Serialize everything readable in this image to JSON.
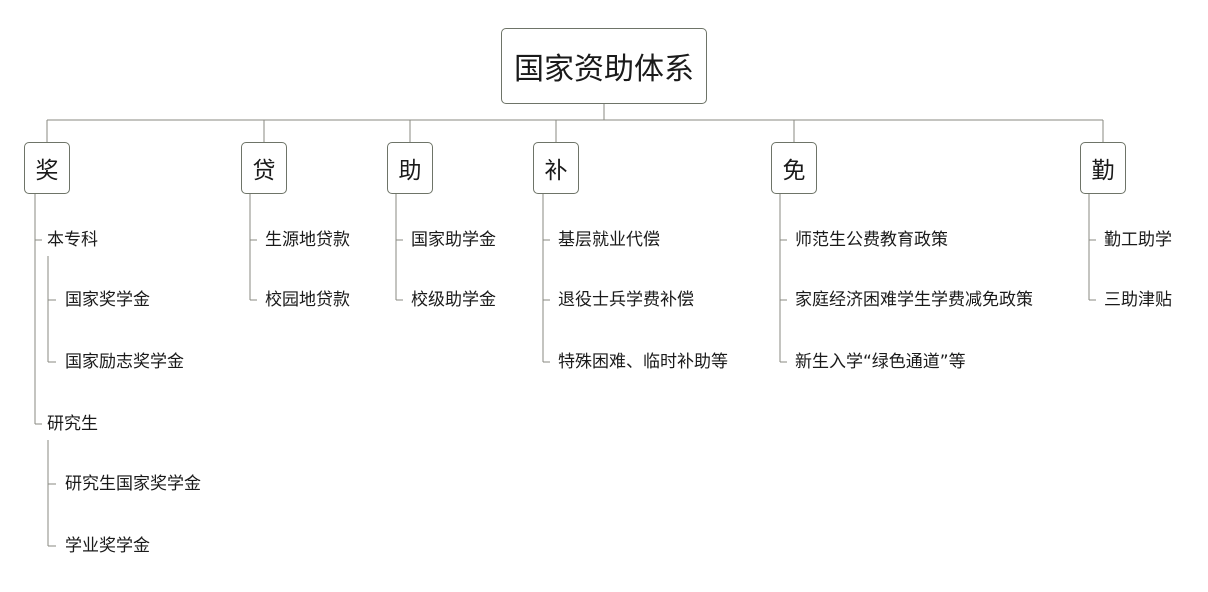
{
  "root": {
    "label": "国家资助体系"
  },
  "categories": [
    {
      "label": "奖",
      "groups": [
        {
          "label": "本专科",
          "items": [
            "国家奖学金",
            "国家励志奖学金"
          ]
        },
        {
          "label": "研究生",
          "items": [
            "研究生国家奖学金",
            "学业奖学金"
          ]
        }
      ]
    },
    {
      "label": "贷",
      "items": [
        "生源地贷款",
        "校园地贷款"
      ]
    },
    {
      "label": "助",
      "items": [
        "国家助学金",
        "校级助学金"
      ]
    },
    {
      "label": "补",
      "items": [
        "基层就业代偿",
        "退役士兵学费补偿",
        "特殊困难、临时补助等"
      ]
    },
    {
      "label": "免",
      "items": [
        "师范生公费教育政策",
        "家庭经济困难学生学费减免政策",
        "新生入学“绿色通道”等"
      ]
    },
    {
      "label": "勤",
      "items": [
        "勤工助学",
        "三助津贴"
      ]
    }
  ]
}
